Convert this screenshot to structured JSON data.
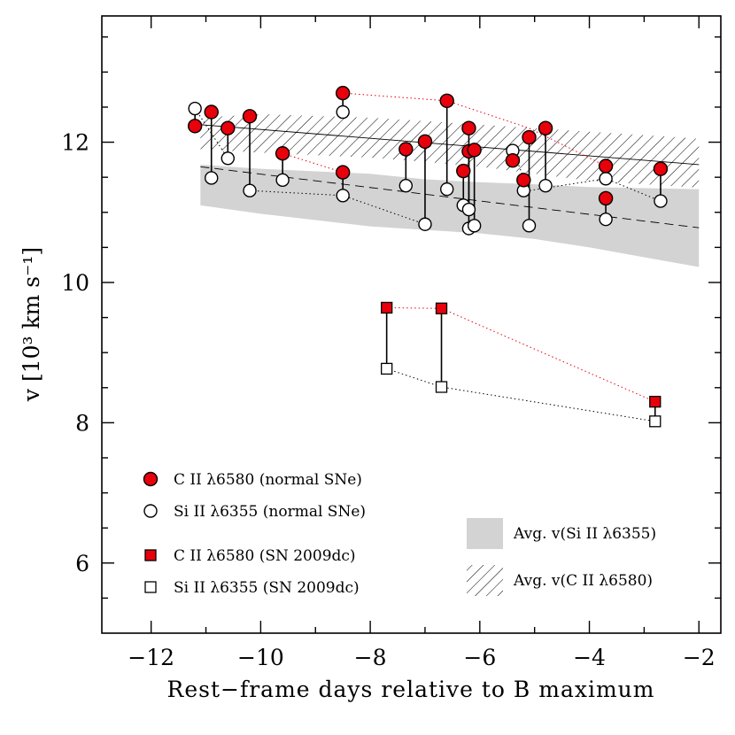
{
  "chart_data": {
    "type": "scatter",
    "xlabel": "Rest−frame days relative to B maximum",
    "ylabel": "v [10³ km s⁻¹]",
    "xlim": [
      -12.9,
      -1.6
    ],
    "ylim": [
      5.0,
      13.8
    ],
    "x_ticks": [
      -12,
      -10,
      -8,
      -6,
      -4,
      -2
    ],
    "x_tick_labels": [
      "−12",
      "−10",
      "−8",
      "−6",
      "−4",
      "−2"
    ],
    "y_ticks": [
      6,
      8,
      10,
      12
    ],
    "y_tick_labels": [
      "6",
      "8",
      "10",
      "12"
    ],
    "colors": {
      "c_ii_fill": "#e8000b",
      "band_fill": "#d3d3d3",
      "sn2009dc_line": "#e8000b"
    },
    "normal_pairs": [
      {
        "x": -11.2,
        "c": 12.23,
        "si": 12.48
      },
      {
        "x": -10.9,
        "c": 12.43,
        "si": 11.49
      },
      {
        "x": -10.6,
        "c": 12.2,
        "si": 11.77
      },
      {
        "x": -10.2,
        "c": 12.37,
        "si": 11.31
      },
      {
        "x": -9.6,
        "c": 11.84,
        "si": 11.46
      },
      {
        "x": -8.5,
        "c": 12.7,
        "si": 12.43
      },
      {
        "x": -8.5,
        "c": 11.57,
        "si": 11.24
      },
      {
        "x": -7.35,
        "c": 11.9,
        "si": 11.38
      },
      {
        "x": -7.0,
        "c": 12.01,
        "si": 10.83
      },
      {
        "x": -6.6,
        "c": 12.59,
        "si": 11.33
      },
      {
        "x": -6.3,
        "c": 11.59,
        "si": 11.1
      },
      {
        "x": -6.2,
        "c": 12.2,
        "si": 10.77
      },
      {
        "x": -6.2,
        "c": 11.87,
        "si": 11.04
      },
      {
        "x": -6.1,
        "c": 11.89,
        "si": 10.81
      },
      {
        "x": -5.4,
        "c": 11.74,
        "si": 11.88
      },
      {
        "x": -5.2,
        "c": 11.46,
        "si": 11.31
      },
      {
        "x": -5.1,
        "c": 12.07,
        "si": 10.81
      },
      {
        "x": -4.8,
        "c": 12.2,
        "si": 11.38
      },
      {
        "x": -3.7,
        "c": 11.66,
        "si": 11.48
      },
      {
        "x": -3.7,
        "c": 11.2,
        "si": 10.9
      },
      {
        "x": -2.7,
        "c": 11.62,
        "si": 11.16
      }
    ],
    "normal_dotted_links": [
      {
        "series": "si",
        "points": [
          [
            -11.2,
            12.48
          ],
          [
            -10.6,
            11.77
          ]
        ]
      },
      {
        "series": "si",
        "points": [
          [
            -10.2,
            11.31
          ],
          [
            -8.5,
            11.24
          ],
          [
            -7.0,
            10.83
          ]
        ]
      },
      {
        "series": "si",
        "points": [
          [
            -5.4,
            11.88
          ],
          [
            -5.1,
            11.31
          ],
          [
            -3.7,
            11.48
          ],
          [
            -2.7,
            11.16
          ]
        ]
      },
      {
        "series": "c",
        "points": [
          [
            -9.6,
            11.84
          ],
          [
            -8.5,
            11.57
          ]
        ]
      },
      {
        "series": "c",
        "points": [
          [
            -8.5,
            12.7
          ],
          [
            -6.6,
            12.59
          ],
          [
            -5.1,
            12.2
          ],
          [
            -3.7,
            11.66
          ]
        ]
      }
    ],
    "sn2009dc": [
      {
        "x": -7.7,
        "c": 9.64,
        "si": 8.77
      },
      {
        "x": -6.7,
        "c": 9.63,
        "si": 8.51
      },
      {
        "x": -2.8,
        "c": 8.3,
        "si": 8.02
      }
    ],
    "si_band": {
      "x": [
        -11.1,
        -10.0,
        -8.0,
        -7.0,
        -6.0,
        -5.0,
        -4.0,
        -2.0
      ],
      "upper": [
        11.68,
        11.62,
        11.55,
        11.47,
        11.43,
        11.4,
        11.36,
        11.33
      ],
      "lower": [
        11.1,
        10.98,
        10.8,
        10.75,
        10.7,
        10.62,
        10.5,
        10.22
      ]
    },
    "c_band": {
      "x": [
        -11.1,
        -10.0,
        -8.0,
        -7.0,
        -6.0,
        -5.0,
        -4.0,
        -2.0
      ],
      "upper": [
        12.35,
        12.4,
        12.35,
        12.3,
        12.25,
        12.2,
        12.15,
        12.05
      ],
      "lower": [
        11.9,
        11.85,
        11.78,
        11.72,
        11.65,
        11.55,
        11.45,
        11.35
      ]
    },
    "c_fit_line": [
      [
        -11.1,
        12.25
      ],
      [
        -2.0,
        11.68
      ]
    ],
    "si_fit_line": [
      [
        -11.1,
        11.65
      ],
      [
        -2.0,
        10.78
      ]
    ]
  },
  "legend": {
    "c_normal": "C II λ6580 (normal SNe)",
    "si_normal": "Si II λ6355 (normal SNe)",
    "c_2009dc": "C II λ6580 (SN 2009dc)",
    "si_2009dc": "Si II λ6355 (SN 2009dc)",
    "avg_si": "Avg. v(Si II λ6355)",
    "avg_c": "Avg. v(C II λ6580)"
  }
}
